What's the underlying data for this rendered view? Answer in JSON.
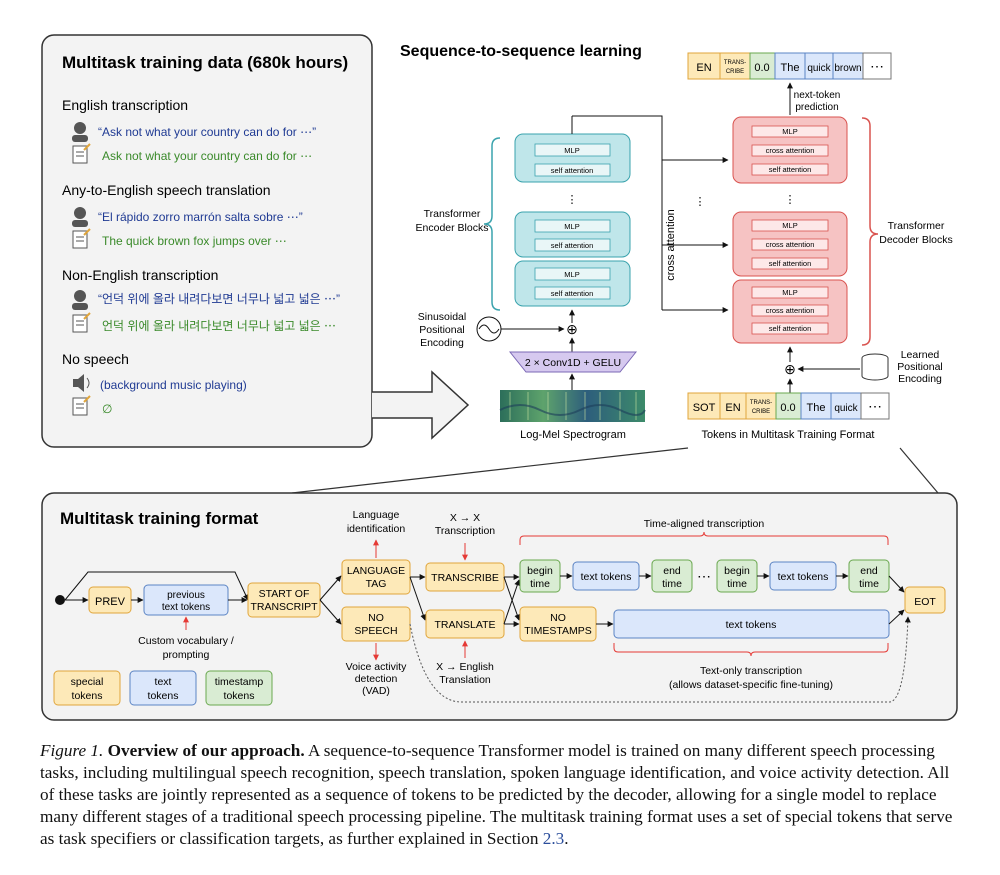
{
  "panel_left": {
    "title": "Multitask training data (680k hours)",
    "sections": [
      {
        "heading": "English transcription",
        "speech": "“Ask not what your country can do for ⋯”",
        "text": "Ask not what your country can do for ⋯"
      },
      {
        "heading": "Any-to-English speech translation",
        "speech": "“El rápido zorro marrón salta sobre ⋯”",
        "text": "The quick brown fox jumps over ⋯"
      },
      {
        "heading": "Non-English transcription",
        "speech": "“언덕 위에 올라 내려다보면 너무나 넓고 넓은 ⋯”",
        "text": "언덕 위에 올라 내려다보면 너무나 넓고 넓은 ⋯"
      },
      {
        "heading": "No speech",
        "speech": "(background music playing)",
        "text": "∅"
      }
    ]
  },
  "seq2seq": {
    "title": "Sequence-to-sequence learning",
    "encoder_label": [
      "Transformer",
      "Encoder Blocks"
    ],
    "decoder_label": [
      "Transformer",
      "Decoder Blocks"
    ],
    "mlp": "MLP",
    "self_attention": "self attention",
    "cross_attention_block": "cross attention",
    "cross_attention_vertical": "cross attention",
    "sinusoidal": [
      "Sinusoidal",
      "Positional",
      "Encoding"
    ],
    "learned": [
      "Learned",
      "Positional",
      "Encoding"
    ],
    "conv": "2 × Conv1D + GELU",
    "spectrogram_label": "Log-Mel Spectrogram",
    "tokens_label": "Tokens in Multitask Training Format",
    "next_token": [
      "next-token",
      "prediction"
    ],
    "plus": "⊕",
    "top_tokens": [
      "EN",
      "TRANS-\nCRIBE",
      "0.0",
      "The",
      "quick",
      "brown",
      "⋯"
    ],
    "bottom_tokens": [
      "SOT",
      "EN",
      "TRANS-\nCRIBE",
      "0.0",
      "The",
      "quick",
      "⋯"
    ],
    "dots": "⋯"
  },
  "format": {
    "title": "Multitask training format",
    "prev": "PREV",
    "previous_text": [
      "previous",
      "text tokens"
    ],
    "start": [
      "START OF",
      "TRANSCRIPT"
    ],
    "language_tag": [
      "LANGUAGE",
      "TAG"
    ],
    "no_speech": [
      "NO",
      "SPEECH"
    ],
    "transcribe": "TRANSCRIBE",
    "translate": "TRANSLATE",
    "no_timestamps": [
      "NO",
      "TIMESTAMPS"
    ],
    "begin_time": [
      "begin",
      "time"
    ],
    "end_time": [
      "end",
      "time"
    ],
    "text_tokens": "text tokens",
    "eot": "EOT",
    "dots": "⋯",
    "lang_id": [
      "Language",
      "identification"
    ],
    "xx_transcription": [
      "X → X",
      "Transcription"
    ],
    "time_aligned": "Time-aligned transcription",
    "custom_vocab": [
      "Custom vocabulary /",
      "prompting"
    ],
    "vad": [
      "Voice activity",
      "detection",
      "(VAD)"
    ],
    "x_english": [
      "X → English",
      "Translation"
    ],
    "text_only": [
      "Text-only transcription",
      "(allows dataset-specific fine-tuning)"
    ],
    "legend": [
      [
        "special",
        "tokens"
      ],
      [
        "text",
        "tokens"
      ],
      [
        "timestamp",
        "tokens"
      ]
    ]
  },
  "colors": {
    "special": "#fde9b8",
    "special_border": "#e0a53b",
    "text": "#dbe7fb",
    "text_border": "#5b84c4",
    "timestamp": "#d9ecd3",
    "timestamp_border": "#6aa84f",
    "encoder": "#bfe6ea",
    "encoder_border": "#3aa3ad",
    "decoder": "#f6c3c3",
    "decoder_border": "#d9534f",
    "conv": "#d6c9ef",
    "arrow_red": "#e53935",
    "panel_bg": "#f3f3f3",
    "speech_blue": "#1f3a93",
    "text_green": "#3a8a2a"
  },
  "caption": {
    "label": "Figure 1.",
    "bold": "Overview of our approach.",
    "body": " A sequence-to-sequence Transformer model is trained on many different speech processing tasks, including multilingual speech recognition, speech translation, spoken language identification, and voice activity detection. All of these tasks are jointly represented as a sequence of tokens to be predicted by the decoder, allowing for a single model to replace many different stages of a traditional speech processing pipeline. The multitask training format uses a set of special tokens that serve as task specifiers or classification targets, as further explained in Section ",
    "section_ref": "2.3",
    "end": "."
  }
}
